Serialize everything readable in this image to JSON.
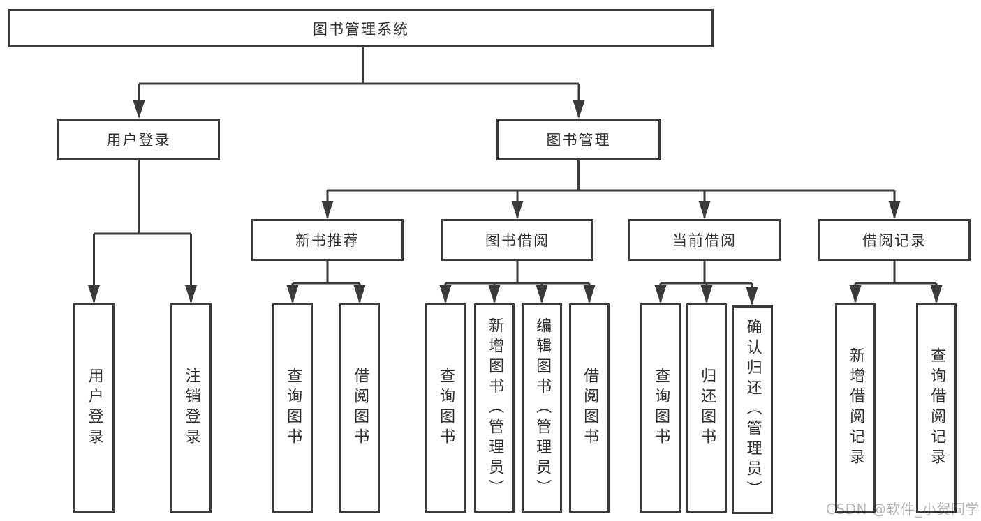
{
  "diagram_type": "hierarchy-tree",
  "tree": {
    "label": "图书管理系统",
    "children": [
      {
        "label": "用户登录",
        "children": [
          {
            "label": "用户登录"
          },
          {
            "label": "注销登录"
          }
        ]
      },
      {
        "label": "图书管理",
        "children": [
          {
            "label": "新书推荐",
            "children": [
              {
                "label": "查询图书"
              },
              {
                "label": "借阅图书"
              }
            ]
          },
          {
            "label": "图书借阅",
            "children": [
              {
                "label": "查询图书"
              },
              {
                "label": "新增图书（管理员）"
              },
              {
                "label": "编辑图书（管理员）"
              },
              {
                "label": "借阅图书"
              }
            ]
          },
          {
            "label": "当前借阅",
            "children": [
              {
                "label": "查询图书"
              },
              {
                "label": "归还图书"
              },
              {
                "label": "确认归还（管理员）"
              }
            ]
          },
          {
            "label": "借阅记录",
            "children": [
              {
                "label": "新增借阅记录"
              },
              {
                "label": "查询借阅记录"
              }
            ]
          }
        ]
      }
    ]
  },
  "watermark": "CSDN @软件_小贺同学",
  "colors": {
    "line": "#3a3a3a",
    "text": "#2f2f2f",
    "background": "#ffffff",
    "watermark": "#b5b5b5"
  }
}
